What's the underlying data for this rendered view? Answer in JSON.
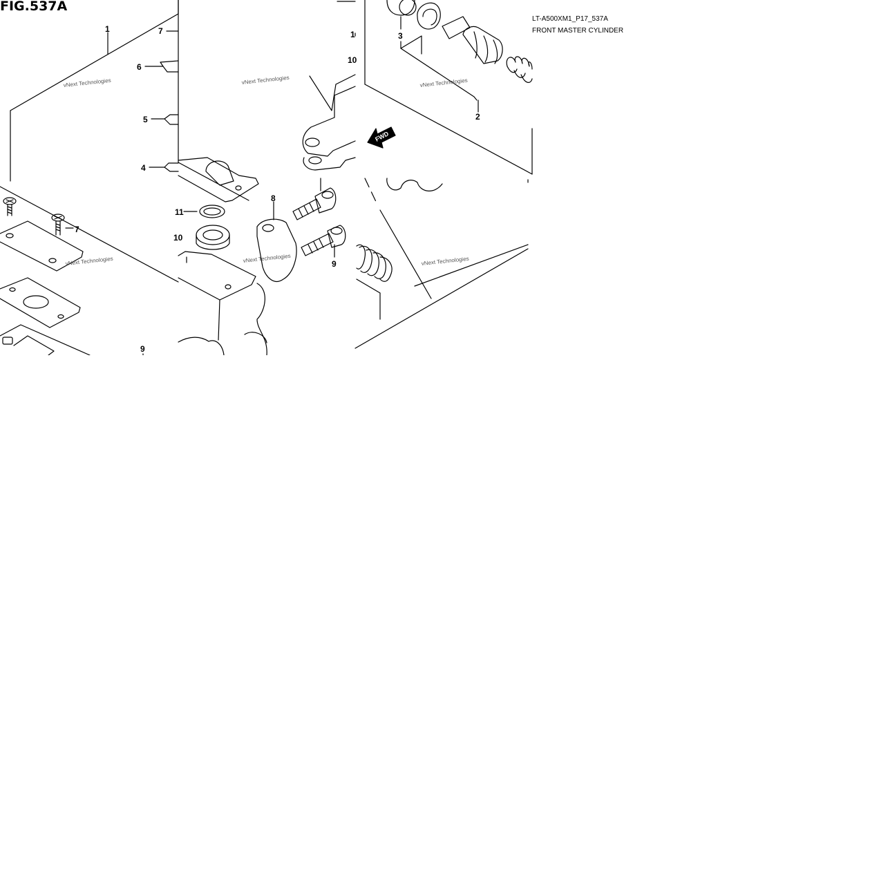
{
  "figure": {
    "label": "FIG.537A",
    "code": "LT-A500XM1_P17_537A",
    "title": "FRONT MASTER CYLINDER"
  },
  "direction_marker": {
    "text": "FWD",
    "icon": "arrow-left-icon"
  },
  "watermark": "vNext Technologies",
  "callouts": [
    {
      "id": "callout-1-top",
      "number": "1"
    },
    {
      "id": "callout-7-top",
      "number": "7"
    },
    {
      "id": "callout-6",
      "number": "6"
    },
    {
      "id": "callout-5",
      "number": "5"
    },
    {
      "id": "callout-4",
      "number": "4"
    },
    {
      "id": "callout-11",
      "number": "11"
    },
    {
      "id": "callout-10",
      "number": "10"
    },
    {
      "id": "callout-7-bottom",
      "number": "7"
    },
    {
      "id": "callout-8",
      "number": "8"
    },
    {
      "id": "callout-9-right",
      "number": "9"
    },
    {
      "id": "callout-9-bottom",
      "number": "9"
    },
    {
      "id": "callout-1-center",
      "number": "1"
    },
    {
      "id": "callout-10-center",
      "number": "10"
    },
    {
      "id": "callout-3",
      "number": "3"
    },
    {
      "id": "callout-2",
      "number": "2"
    }
  ],
  "colors": {
    "line": "#000000",
    "watermark": "#8a8a8a",
    "background": "#ffffff"
  }
}
